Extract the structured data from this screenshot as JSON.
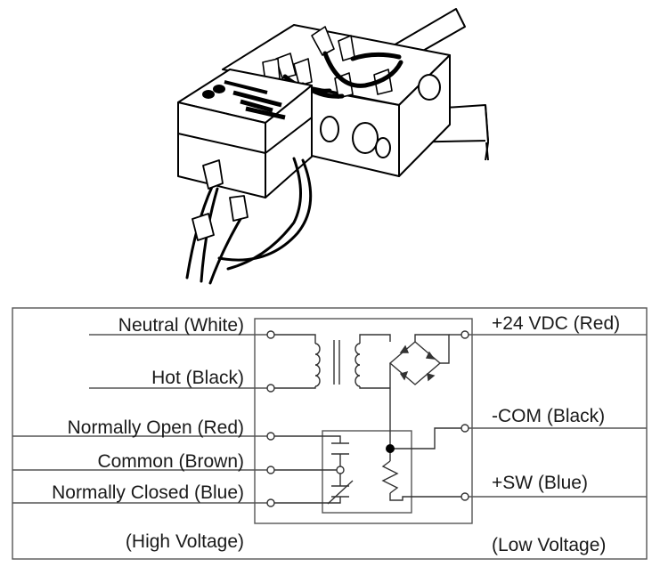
{
  "illustration": {
    "subject": "junction-box-with-relay-module",
    "icons": [
      "junction-box-icon",
      "relay-module-icon",
      "wire-nut-icon",
      "conduit-icon"
    ]
  },
  "wiring": {
    "left_terminals": [
      {
        "label": "Neutral  (White)"
      },
      {
        "label": "Hot (Black)"
      },
      {
        "label": "Normally Open  (Red)"
      },
      {
        "label": "Common (Brown)"
      },
      {
        "label": "Normally Closed (Blue)"
      }
    ],
    "right_terminals": [
      {
        "label": "+24 VDC (Red)"
      },
      {
        "label": "-COM (Black)"
      },
      {
        "label": "+SW (Blue)"
      }
    ],
    "left_section_label": "(High Voltage)",
    "right_section_label": "(Low Voltage)"
  }
}
